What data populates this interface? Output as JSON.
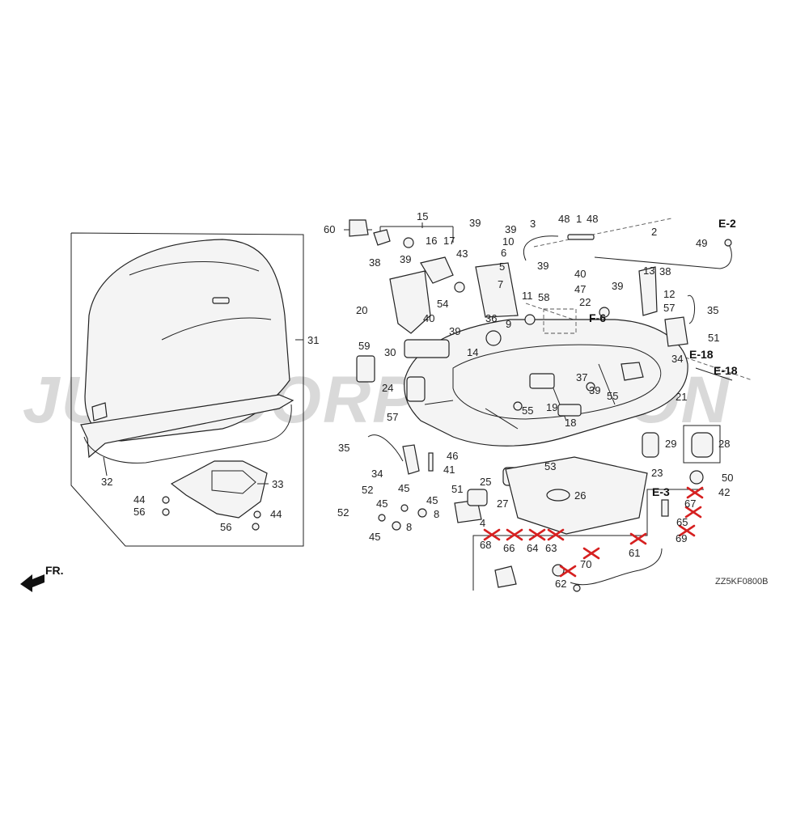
{
  "watermark": "JUSP CORPORATION",
  "diagram_code": "ZZ5KF0800B",
  "direction_label": "FR.",
  "section_refs": {
    "e2": "E-2",
    "e3": "E-3",
    "e18a": "E-18",
    "e18b": "E-18",
    "f6": "F-6"
  },
  "colors": {
    "line": "#222222",
    "removed_mark": "#d62020",
    "watermark": "#d9d9d9"
  },
  "labels": {
    "p1": "1",
    "p2": "2",
    "p3": "3",
    "p4": "4",
    "p5": "5",
    "p6": "6",
    "p7": "7",
    "p8a": "8",
    "p8b": "8",
    "p9": "9",
    "p10": "10",
    "p11": "11",
    "p12": "12",
    "p13": "13",
    "p14": "14",
    "p15": "15",
    "p16": "16",
    "p17": "17",
    "p18": "18",
    "p19": "19",
    "p20": "20",
    "p21": "21",
    "p22": "22",
    "p23": "23",
    "p24": "24",
    "p25": "25",
    "p26": "26",
    "p27": "27",
    "p28": "28",
    "p29": "29",
    "p30": "30",
    "p31": "31",
    "p32": "32",
    "p33": "33",
    "p34a": "34",
    "p34b": "34",
    "p35a": "35",
    "p35b": "35",
    "p36": "36",
    "p37": "37",
    "p38a": "38",
    "p38b": "38",
    "p39a": "39",
    "p39b": "39",
    "p39c": "39",
    "p39d": "39",
    "p39e": "39",
    "p39f": "39",
    "p39g": "39",
    "p40a": "40",
    "p40b": "40",
    "p41": "41",
    "p42": "42",
    "p43": "43",
    "p44a": "44",
    "p44b": "44",
    "p45a": "45",
    "p45b": "45",
    "p45c": "45",
    "p45d": "45",
    "p46": "46",
    "p47": "47",
    "p48a": "48",
    "p48b": "48",
    "p49": "49",
    "p50": "50",
    "p51a": "51",
    "p51b": "51",
    "p52a": "52",
    "p52b": "52",
    "p53": "53",
    "p54": "54",
    "p55a": "55",
    "p55b": "55",
    "p56a": "56",
    "p56b": "56",
    "p57a": "57",
    "p57b": "57",
    "p58": "58",
    "p59": "59",
    "p60": "60",
    "p61": "61",
    "p62": "62",
    "p63": "63",
    "p64": "64",
    "p65": "65",
    "p66": "66",
    "p67": "67",
    "p68": "68",
    "p69": "69",
    "p70": "70"
  }
}
